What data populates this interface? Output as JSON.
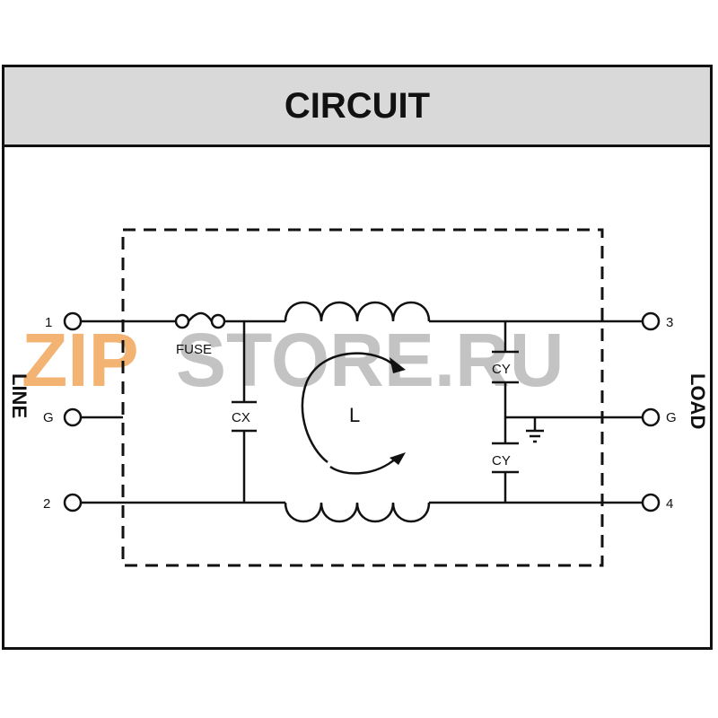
{
  "title": "CIRCUIT",
  "side_labels": {
    "left": "LINE",
    "right": "LOAD"
  },
  "terminals": {
    "t1": "1",
    "tG_left": "G",
    "t2": "2",
    "t3": "3",
    "tG_right": "G",
    "t4": "4"
  },
  "components": {
    "fuse": "FUSE",
    "cx": "CX",
    "cy_top": "CY",
    "cy_bottom": "CY",
    "inductor": "L"
  },
  "watermark": {
    "part1": "ZIP",
    "part2": "STORE.RU",
    "color1": "#f2a65a",
    "color2": "#b9b9b9"
  },
  "colors": {
    "ink": "#111111",
    "header_bg": "#d9d9d9"
  }
}
